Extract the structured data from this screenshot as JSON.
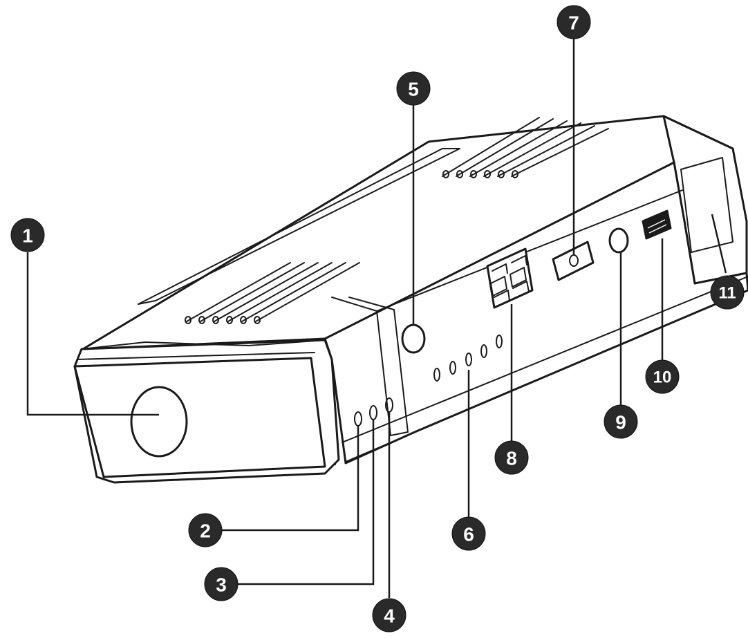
{
  "callouts": [
    {
      "id": "1",
      "label": "1"
    },
    {
      "id": "2",
      "label": "2"
    },
    {
      "id": "3",
      "label": "3"
    },
    {
      "id": "4",
      "label": "4"
    },
    {
      "id": "5",
      "label": "5"
    },
    {
      "id": "6",
      "label": "6"
    },
    {
      "id": "7",
      "label": "7"
    },
    {
      "id": "8",
      "label": "8"
    },
    {
      "id": "9",
      "label": "9"
    },
    {
      "id": "10",
      "label": "10"
    },
    {
      "id": "11",
      "label": "11"
    }
  ],
  "colors": {
    "line": "#1a1a1a",
    "badge": "#2a2a2a",
    "badge_text": "#ffffff",
    "background": "#ffffff"
  }
}
